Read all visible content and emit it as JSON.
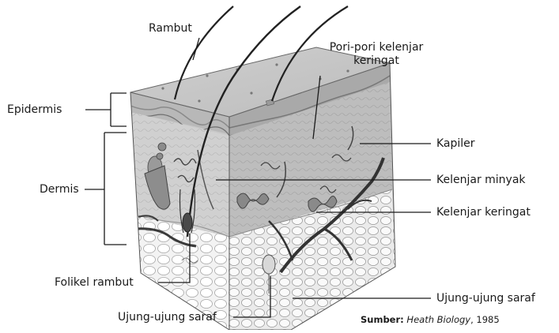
{
  "labels": {
    "rambut": "Rambut",
    "pori": "Pori-pori kelenjar",
    "pori_line2": "keringat",
    "epidermis": "Epidermis",
    "dermis": "Dermis",
    "kapiler": "Kapiler",
    "kelenjar_minyak": "Kelenjar minyak",
    "kelenjar_keringat": "Kelenjar keringat",
    "folikel": "Folikel rambut",
    "ujung_kiri": "Ujung-ujung saraf",
    "ujung_kanan": "Ujung-ujung saraf"
  },
  "source": {
    "prefix": "Sumber:",
    "title": "Heath Biology",
    "year": ", 1985"
  },
  "colors": {
    "line": "#1a1a1a",
    "skin_top": "#d9d9d9",
    "skin_face": "#c4c4c4",
    "dermis": "#cfcfcf",
    "fat": "#efefef"
  }
}
